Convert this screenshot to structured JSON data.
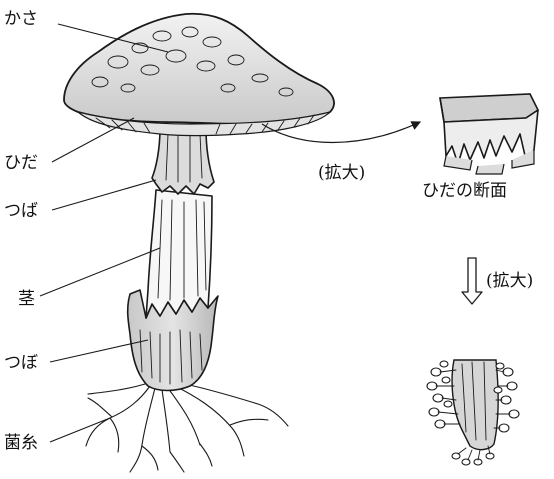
{
  "labels": {
    "cap": "かさ",
    "gills": "ひだ",
    "ring_upper": "つば",
    "stem": "茎",
    "volva": "つぼ",
    "mycelium": "菌糸",
    "enlarge_1": "(拡大)",
    "gill_section": "ひだの断面",
    "enlarge_2": "(拡大)"
  }
}
